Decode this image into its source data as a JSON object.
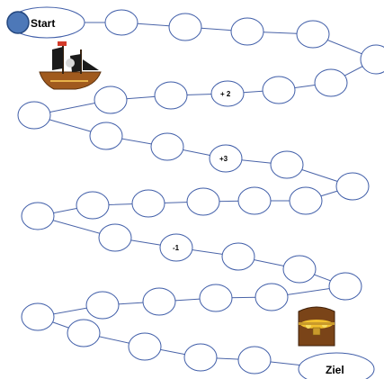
{
  "board": {
    "start_label": "Start",
    "goal_label": "Ziel",
    "field_labels": {
      "plus_two": "+ 2",
      "plus_three": "+3",
      "minus_one": "-1"
    }
  },
  "colors": {
    "field_stroke": "#3f5da8",
    "path_line": "#4a64a8",
    "token_fill": "#4d78b8",
    "token_stroke": "#23467e",
    "ship_hull": "#a05a1e",
    "ship_sail": "#1b1b1b",
    "chest_wood": "#7a4418",
    "chest_gold": "#f2c12e"
  },
  "pieces": {
    "player_token": "blue-token-icon",
    "ship": "pirate-ship-icon",
    "treasure": "treasure-chest-icon"
  }
}
